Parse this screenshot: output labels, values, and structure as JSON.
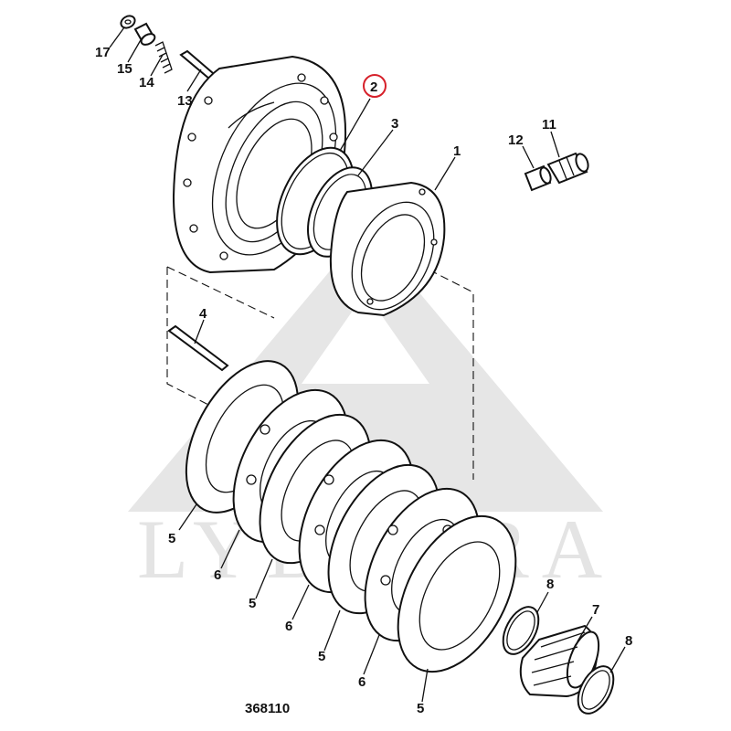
{
  "diagram": {
    "reference_number": "368110",
    "highlight_color": "#d6202a",
    "highlighted_part": "2",
    "watermark": "LYDRERA",
    "callouts": [
      {
        "id": "c17",
        "label": "17"
      },
      {
        "id": "c15",
        "label": "15"
      },
      {
        "id": "c14",
        "label": "14"
      },
      {
        "id": "c13",
        "label": "13"
      },
      {
        "id": "c2",
        "label": "2"
      },
      {
        "id": "c3",
        "label": "3"
      },
      {
        "id": "c1",
        "label": "1"
      },
      {
        "id": "c12",
        "label": "12"
      },
      {
        "id": "c11",
        "label": "11"
      },
      {
        "id": "c4",
        "label": "4"
      },
      {
        "id": "c5a",
        "label": "5"
      },
      {
        "id": "c6a",
        "label": "6"
      },
      {
        "id": "c5b",
        "label": "5"
      },
      {
        "id": "c6b",
        "label": "6"
      },
      {
        "id": "c5c",
        "label": "5"
      },
      {
        "id": "c6c",
        "label": "6"
      },
      {
        "id": "c5d",
        "label": "5"
      },
      {
        "id": "c8a",
        "label": "8"
      },
      {
        "id": "c7",
        "label": "7"
      },
      {
        "id": "c8b",
        "label": "8"
      }
    ]
  }
}
